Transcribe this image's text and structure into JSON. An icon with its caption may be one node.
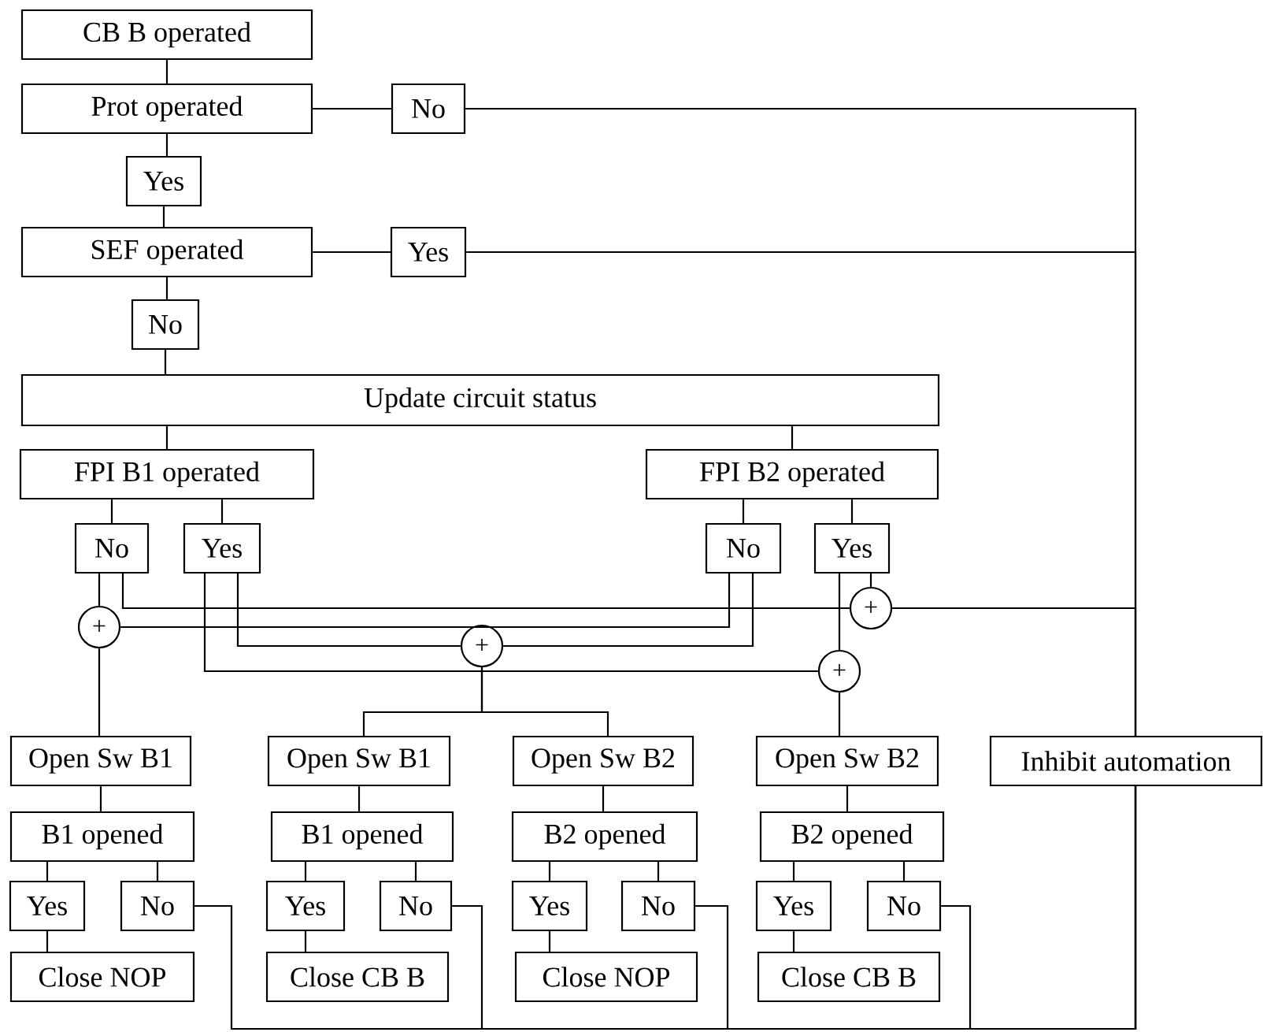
{
  "diagram": {
    "nodes": [
      {
        "text": [
          "CB B operated"
        ]
      },
      {
        "text": [
          "Prot operated"
        ]
      },
      {
        "text": [
          "No"
        ]
      },
      {
        "text": [
          "Yes"
        ]
      },
      {
        "text": [
          "SEF operated"
        ]
      },
      {
        "text": [
          "Yes"
        ]
      },
      {
        "text": [
          "No"
        ]
      },
      {
        "text": [
          "Update circuit status"
        ]
      },
      {
        "text": [
          "FPI B1 operated"
        ]
      },
      {
        "text": [
          "FPI B2 operated"
        ]
      },
      {
        "text": [
          "No"
        ]
      },
      {
        "text": [
          "Yes"
        ]
      },
      {
        "text": [
          "No"
        ]
      },
      {
        "text": [
          "Yes"
        ]
      },
      {
        "text": [
          "+"
        ]
      },
      {
        "text": [
          "+"
        ]
      },
      {
        "text": [
          "+"
        ]
      },
      {
        "text": [
          "+"
        ]
      },
      {
        "text": [
          "Open Sw B1"
        ]
      },
      {
        "text": [
          "Open Sw B1"
        ]
      },
      {
        "text": [
          "Open Sw B2"
        ]
      },
      {
        "text": [
          "Open Sw B2"
        ]
      },
      {
        "text": [
          "Inhibit automation"
        ]
      },
      {
        "text": [
          "B1 opened"
        ]
      },
      {
        "text": [
          "B1 opened"
        ]
      },
      {
        "text": [
          "B2 opened"
        ]
      },
      {
        "text": [
          "B2 opened"
        ]
      },
      {
        "text": [
          "Yes"
        ]
      },
      {
        "text": [
          "No"
        ]
      },
      {
        "text": [
          "Yes"
        ]
      },
      {
        "text": [
          "No"
        ]
      },
      {
        "text": [
          "Yes"
        ]
      },
      {
        "text": [
          "No"
        ]
      },
      {
        "text": [
          "Yes"
        ]
      },
      {
        "text": [
          "No"
        ]
      },
      {
        "text": [
          "Close NOP"
        ]
      },
      {
        "text": [
          "Close CB B"
        ]
      },
      {
        "text": [
          "Close NOP"
        ]
      },
      {
        "text": [
          "Close CB B"
        ]
      }
    ],
    "edges": [
      {
        "from": 0,
        "to": 1,
        "arrow": "none"
      },
      {
        "from": 1,
        "to": 2,
        "arrow": "none"
      },
      {
        "from": 2,
        "to": 22,
        "arrow": "none"
      },
      {
        "from": 1,
        "to": 3,
        "arrow": "none"
      },
      {
        "from": 3,
        "to": 4,
        "arrow": "none"
      },
      {
        "from": 4,
        "to": 5,
        "arrow": "none"
      },
      {
        "from": 5,
        "to": 22,
        "arrow": "none"
      },
      {
        "from": 4,
        "to": 6,
        "arrow": "none"
      },
      {
        "from": 6,
        "to": 7,
        "arrow": "none"
      },
      {
        "from": 7,
        "to": 8,
        "arrow": "none"
      },
      {
        "from": 7,
        "to": 9,
        "arrow": "none"
      },
      {
        "from": 8,
        "to": 10,
        "arrow": "none"
      },
      {
        "from": 8,
        "to": 11,
        "arrow": "none"
      },
      {
        "from": 9,
        "to": 12,
        "arrow": "none"
      },
      {
        "from": 9,
        "to": 13,
        "arrow": "none"
      },
      {
        "from": 10,
        "to": 15,
        "arrow": "none"
      },
      {
        "from": 12,
        "to": 15,
        "arrow": "none"
      },
      {
        "from": 11,
        "to": 16,
        "arrow": "none"
      },
      {
        "from": 12,
        "to": 16,
        "arrow": "none"
      },
      {
        "from": 10,
        "to": 14,
        "arrow": "none"
      },
      {
        "from": 13,
        "to": 14,
        "arrow": "none"
      },
      {
        "from": 11,
        "to": 17,
        "arrow": "none"
      },
      {
        "from": 13,
        "to": 17,
        "arrow": "none"
      },
      {
        "from": 14,
        "to": 22,
        "arrow": "none"
      },
      {
        "from": 15,
        "to": 18,
        "arrow": "none"
      },
      {
        "from": 16,
        "to": 19,
        "arrow": "none"
      },
      {
        "from": 16,
        "to": 20,
        "arrow": "none"
      },
      {
        "from": 17,
        "to": 21,
        "arrow": "none"
      },
      {
        "from": 18,
        "to": 23,
        "arrow": "none"
      },
      {
        "from": 19,
        "to": 24,
        "arrow": "none"
      },
      {
        "from": 20,
        "to": 25,
        "arrow": "none"
      },
      {
        "from": 21,
        "to": 26,
        "arrow": "none"
      },
      {
        "from": 23,
        "to": 27,
        "arrow": "none"
      },
      {
        "from": 23,
        "to": 28,
        "arrow": "none"
      },
      {
        "from": 24,
        "to": 29,
        "arrow": "none"
      },
      {
        "from": 24,
        "to": 30,
        "arrow": "none"
      },
      {
        "from": 25,
        "to": 31,
        "arrow": "none"
      },
      {
        "from": 25,
        "to": 32,
        "arrow": "none"
      },
      {
        "from": 26,
        "to": 33,
        "arrow": "none"
      },
      {
        "from": 26,
        "to": 34,
        "arrow": "none"
      },
      {
        "from": 27,
        "to": 35,
        "arrow": "none"
      },
      {
        "from": 29,
        "to": 36,
        "arrow": "none"
      },
      {
        "from": 31,
        "to": 37,
        "arrow": "none"
      },
      {
        "from": 33,
        "to": 38,
        "arrow": "none"
      },
      {
        "from": 28,
        "to": 22,
        "arrow": "none"
      },
      {
        "from": 30,
        "to": 22,
        "arrow": "none"
      },
      {
        "from": 32,
        "to": 22,
        "arrow": "none"
      },
      {
        "from": 34,
        "to": 22,
        "arrow": "none"
      }
    ]
  }
}
